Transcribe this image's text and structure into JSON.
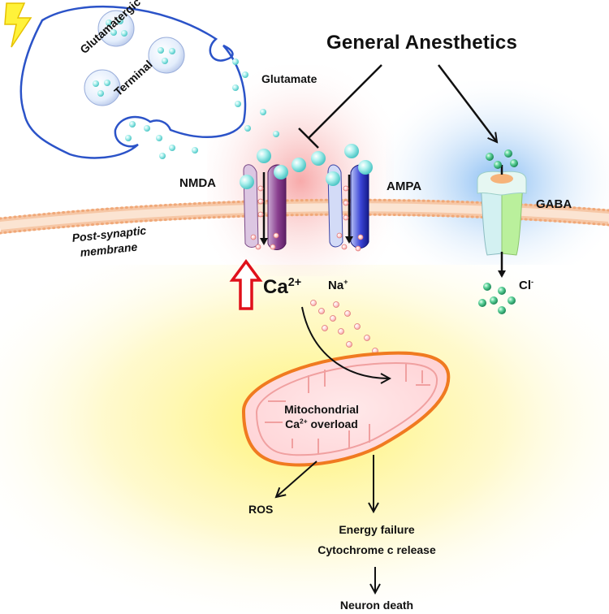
{
  "title": "General Anesthetics",
  "terminal": {
    "line1": "Glutamatergic",
    "line2": "Terminal"
  },
  "glutamate": "Glutamate",
  "receptors": {
    "nmda": "NMDA",
    "ampa": "AMPA",
    "gaba": "GABA"
  },
  "membrane": {
    "line1": "Post-synaptic",
    "line2": "membrane"
  },
  "ions": {
    "ca_base": "Ca",
    "ca_sup": "2+",
    "na_base": "Na",
    "na_sup": "+",
    "cl_base": "Cl",
    "cl_sup": "-"
  },
  "mitochondria": {
    "line1": "Mitochondrial",
    "line2_base": "Ca",
    "line2_sup": "2+",
    "line2_rest": " overload"
  },
  "outcomes": {
    "ros": "ROS",
    "energy": "Energy failure",
    "cytochrome": "Cytochrome c release",
    "death": "Neuron death"
  },
  "colors": {
    "glutamate": "#7fe3e0",
    "nmda": "#8a3f8f",
    "ampa": "#2a2fbf",
    "gaba_left": "#cfeef0",
    "gaba_right": "#b9f19e",
    "gaba_ion": "#2a9d6a",
    "ca_arrow": "#e0101a",
    "mito_outline": "#f07a20",
    "terminal_outline": "#2b53c8",
    "membrane": "#f0a878"
  }
}
